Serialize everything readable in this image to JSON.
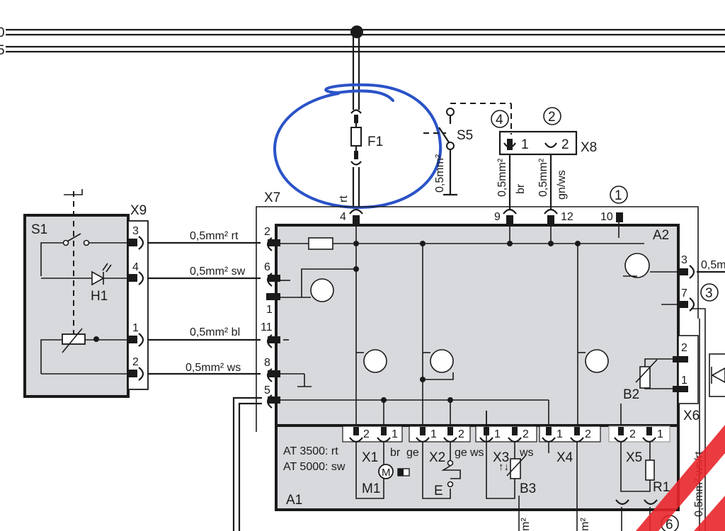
{
  "colors": {
    "panel_fill": "#d8d9dc",
    "line": "#1a1a1a",
    "annotation_blue": "#2a53c8",
    "watermark_red": "#e8262b"
  },
  "bus": {
    "label_top": "0",
    "label_bottom": "5"
  },
  "fuse": {
    "id": "F1",
    "wire": "rt"
  },
  "switch_s5": {
    "id": "S5",
    "wire": "0,5mm²"
  },
  "connector_x8": {
    "id": "X8",
    "pin1": "1",
    "pin2": "2",
    "marker_a": "4",
    "marker_b": "2",
    "wire1": "0,5mm²",
    "color1": "br",
    "wire2": "0,5mm²",
    "color2": "gn/ws"
  },
  "block_s1": {
    "id": "S1",
    "lamp": "H1"
  },
  "connector_x9": {
    "id": "X9",
    "pins": [
      "3",
      "4",
      "1",
      "2"
    ]
  },
  "wires_left": [
    {
      "spec": "0,5mm² rt"
    },
    {
      "spec": "0,5mm² sw"
    },
    {
      "spec": "0,5mm² bl"
    },
    {
      "spec": "0,5mm²  ws"
    }
  ],
  "connector_x7": {
    "id": "X7",
    "pins": [
      "2",
      "6",
      "1",
      "11",
      "8",
      "5"
    ],
    "top_pins": [
      "4",
      "9",
      "12",
      "10"
    ]
  },
  "module_a2": {
    "id": "A2",
    "marker_1": "1",
    "marker_3": "3",
    "right_pins": [
      "3",
      "7"
    ],
    "right_wire": "0,5m"
  },
  "connector_x6": {
    "id": "X6",
    "pins": [
      "2",
      "1"
    ],
    "sensor": "B2"
  },
  "module_a1": {
    "id": "A1",
    "note_line1": "AT 3500: rt",
    "note_line2": "AT 5000: sw",
    "x1": {
      "id": "X1",
      "pins": [
        "2",
        "1"
      ],
      "label": "br",
      "motor": "M",
      "part": "M1"
    },
    "x2": {
      "id": "X2",
      "pins": [
        "1",
        "2"
      ],
      "label_left": "ge",
      "label_right": "ge",
      "part": "E"
    },
    "x3": {
      "id": "X3",
      "pins": [
        "1",
        "2"
      ],
      "label_left": "ws",
      "label_right": "ws",
      "part": "B3"
    },
    "x4": {
      "id": "X4",
      "pins": [
        "1",
        "2"
      ]
    },
    "x5": {
      "id": "X5",
      "pins": [
        "2",
        "1"
      ],
      "part": "R1"
    }
  },
  "right_edge": {
    "wire": "0,5mm² ws/rt",
    "marker_6": "6"
  },
  "bottom_fragments": {
    "left": "m²",
    "right": "m²"
  }
}
